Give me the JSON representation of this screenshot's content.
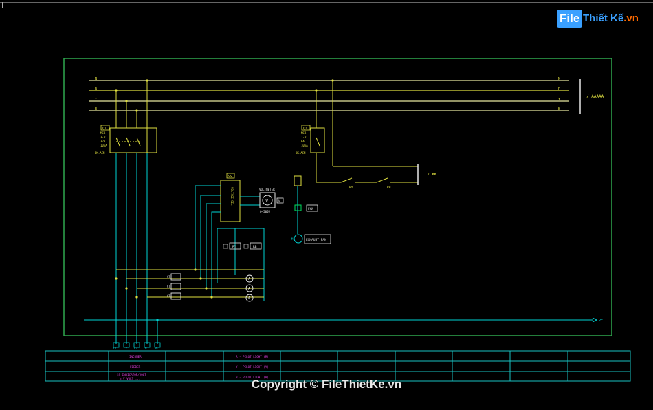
{
  "logo": {
    "file": "File",
    "thiet": "Thiết",
    "ke": "Kế",
    "domain": ".vn"
  },
  "copyright": "Copyright © FileThietKe.vn",
  "bus": {
    "left_labels": [
      "N",
      "R",
      "Y",
      "B"
    ],
    "right_labels": [
      "N",
      "R",
      "Y",
      "B"
    ],
    "incoming": "/ AAAAA",
    "control_bus": "/ ##"
  },
  "mcb_main": {
    "tag": "Q1",
    "ratings": [
      "MCB",
      "3-P",
      "32A",
      "10kA",
      "DK.ACN"
    ]
  },
  "mcb_aux": {
    "tag": "Q2",
    "ratings": [
      "MCB",
      "1-P",
      "6A",
      "10kA",
      "DK.ACN"
    ]
  },
  "selector": {
    "tag": "SS",
    "label": "VOLTAGE SEL."
  },
  "voltmeter": {
    "title": "VOLTMETER",
    "symbol": "V",
    "range": "0~500V",
    "tag": "V"
  },
  "relays": [
    "RY",
    "RB"
  ],
  "aux_contacts": [
    "RY",
    "RB"
  ],
  "fan": {
    "label": "FAN",
    "motor_label": "EXHAUST FAN",
    "motor_tag": "M"
  },
  "ct_labels": [
    "CT",
    "CT",
    "CT"
  ],
  "ammeters": [
    "A",
    "A",
    "A"
  ],
  "pe_label": "PE",
  "terminals": [
    "L1",
    "L2",
    "L3",
    "N",
    "PE"
  ],
  "title_block": {
    "left_rows": [
      "INCOMER",
      "FEEDER",
      "SS INDICATOR/VOLT",
      "= V VOLT ..."
    ],
    "mid_rows": [
      "R - PILOT LIGHT (R)",
      "Y - PILOT LIGHT (Y)",
      "B - PILOT LIGHT (B)"
    ]
  },
  "colors": {
    "frame": "#2fa84f",
    "bus_n": "#e8e8a0",
    "bus_r": "#e0e040",
    "wire": "#00d4d4",
    "component": "#e0e040",
    "text": "#00e060",
    "table": "#18c0c0",
    "magenta": "#e040e0"
  }
}
